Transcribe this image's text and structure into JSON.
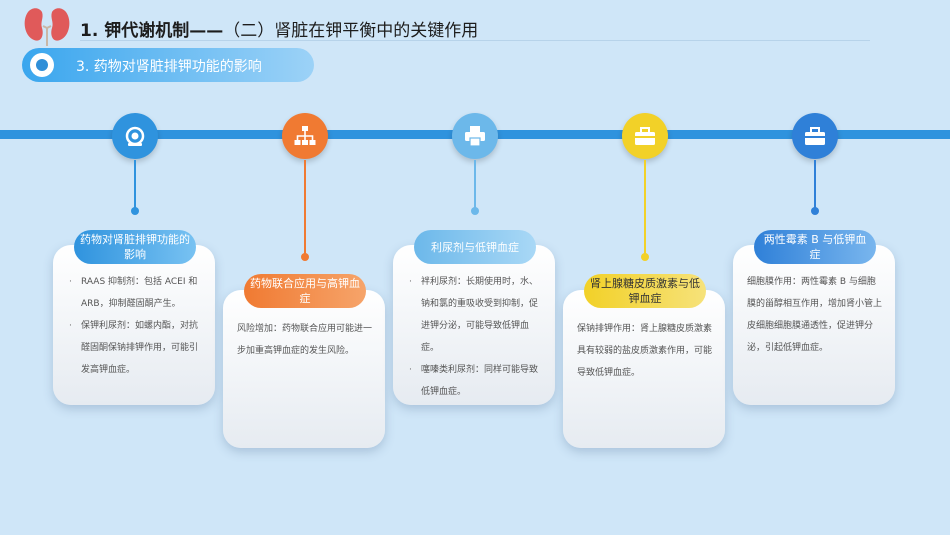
{
  "header": {
    "title_main": "1. 钾代谢机制——",
    "title_sub": "（二）肾脏在钾平衡中的关键作用",
    "section_label": "3. 药物对肾脏排钾功能的影响"
  },
  "items": [
    {
      "tag": "药物对肾脏排钾功能的影响",
      "icon": "target-icon",
      "color": "#2f93de",
      "bullets": [
        "RAAS 抑制剂：包括 ACEI 和 ARB，抑制醛固酮产生。",
        "保钾利尿剂：如螺内酯，对抗醛固酮保钠排钾作用，可能引发高钾血症。"
      ]
    },
    {
      "tag": "药物联合应用与高钾血症",
      "icon": "network-icon",
      "color": "#f07a32",
      "text": "风险增加：药物联合应用可能进一步加重高钾血症的发生风险。"
    },
    {
      "tag": "利尿剂与低钾血症",
      "icon": "printer-icon",
      "color": "#6cb8ea",
      "bullets": [
        "袢利尿剂：长期使用时，水、钠和氯的重吸收受到抑制，促进钾分泌，可能导致低钾血症。",
        "噻嗪类利尿剂：同样可能导致低钾血症。"
      ]
    },
    {
      "tag": "肾上腺糖皮质激素与低钾血症",
      "icon": "toolbox-icon",
      "color": "#f2d128",
      "text": "保钠排钾作用：肾上腺糖皮质激素具有较弱的盐皮质激素作用，可能导致低钾血症。"
    },
    {
      "tag": "两性霉素 B 与低钾血症",
      "icon": "briefcase-icon",
      "color": "#2f80d8",
      "text": "细胞膜作用：两性霉素 B 与细胞膜的甾醇相互作用，增加肾小管上皮细胞细胞膜通透性，促进钾分泌，引起低钾血症。"
    }
  ]
}
